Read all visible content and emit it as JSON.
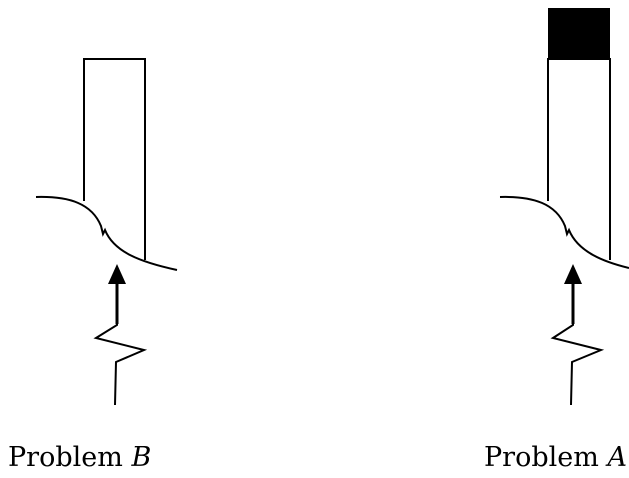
{
  "figures": [
    {
      "id": "problem-b",
      "caption_word": "Problem",
      "caption_letter": "B",
      "has_mass_block": false
    },
    {
      "id": "problem-a",
      "caption_word": "Problem",
      "caption_letter": "A",
      "has_mass_block": true
    }
  ],
  "colors": {
    "stroke": "#000000",
    "mass_block": "#000000",
    "background": "#ffffff"
  }
}
